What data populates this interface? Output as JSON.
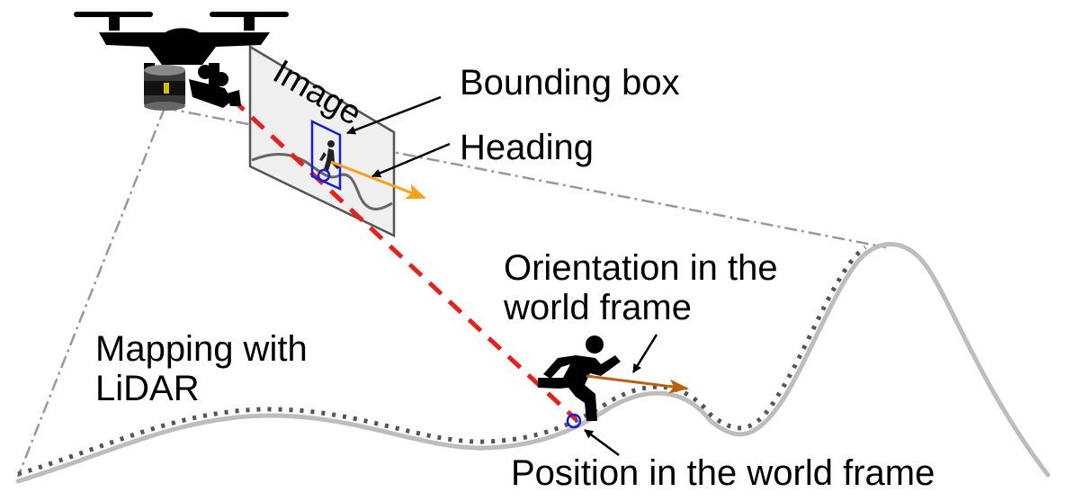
{
  "labels": {
    "image": "Image",
    "bounding_box": "Bounding box",
    "heading": "Heading",
    "orientation_line1": "Orientation in the",
    "orientation_line2": "world frame",
    "mapping_line1": "Mapping with",
    "mapping_line2": "LiDAR",
    "position": "Position in the world frame"
  },
  "colors": {
    "ray": "#e8201c",
    "bounding_box": "#1a1adc",
    "heading_arrow": "#f7a21b",
    "orientation_arrow": "#b8620f",
    "terrain": "#bdbdbd",
    "lidar_points": "#555555",
    "fov_lines": "#999999"
  },
  "icons": {
    "drone": "drone-icon",
    "lidar": "lidar-sensor-icon",
    "camera": "video-camera-icon",
    "runner": "running-person-icon"
  }
}
